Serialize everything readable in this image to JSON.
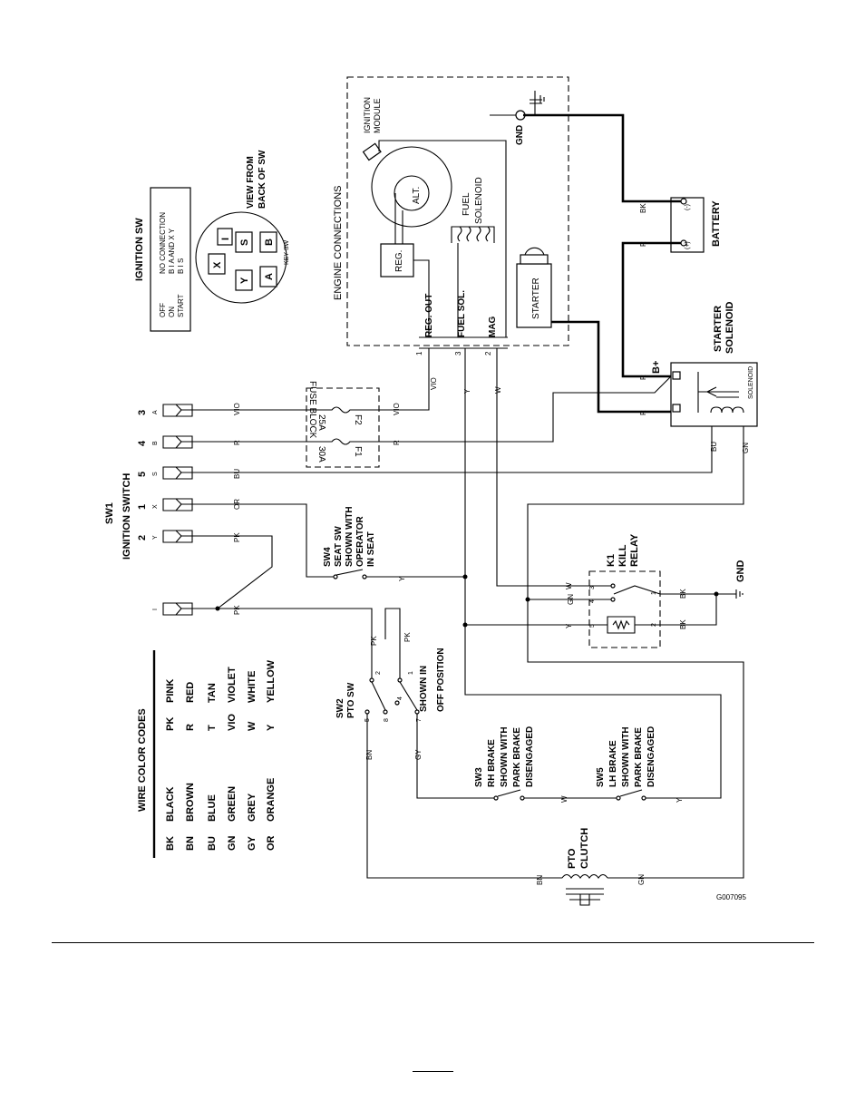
{
  "diagram_code": "G007095",
  "wire_codes": {
    "title": "WIRE COLOR CODES",
    "rows": [
      {
        "code": "BK",
        "color": "BLACK"
      },
      {
        "code": "BN",
        "color": "BROWN"
      },
      {
        "code": "BU",
        "color": "BLUE"
      },
      {
        "code": "GN",
        "color": "GREEN"
      },
      {
        "code": "GY",
        "color": "GREY"
      },
      {
        "code": "OR",
        "color": "ORANGE"
      },
      {
        "code": "PK",
        "color": "PINK"
      },
      {
        "code": "R",
        "color": "RED"
      },
      {
        "code": "T",
        "color": "TAN"
      },
      {
        "code": "VIO",
        "color": "VIOLET"
      },
      {
        "code": "W",
        "color": "WHITE"
      },
      {
        "code": "Y",
        "color": "YELLOW"
      }
    ]
  },
  "ignition_table": {
    "title": "IGNITION SW",
    "rows": [
      {
        "pos": "OFF",
        "conn": "NO CONNECTION"
      },
      {
        "pos": "ON",
        "conn": "B I A AND X Y"
      },
      {
        "pos": "START",
        "conn": "B I S"
      }
    ]
  },
  "key_switch": {
    "title1": "VIEW FROM",
    "title2": "BACK OF SW",
    "terminals": [
      "X",
      "I",
      "Y",
      "S",
      "A",
      "B"
    ],
    "label": "KEY SW"
  },
  "sw1": {
    "name": "SW1",
    "desc": "IGNITION SWITCH",
    "terminals": [
      {
        "num": "3",
        "letter": "A"
      },
      {
        "num": "4",
        "letter": "B"
      },
      {
        "num": "5",
        "letter": "S"
      },
      {
        "num": "1",
        "letter": "X"
      },
      {
        "num": "2",
        "letter": "Y"
      },
      {
        "num": "",
        "letter": "I"
      }
    ]
  },
  "fuse_block": {
    "title": "FUSE BLOCK",
    "fuses": [
      {
        "id": "F2",
        "rating": "25A"
      },
      {
        "id": "F1",
        "rating": "30A"
      }
    ]
  },
  "engine": {
    "title": "ENGINE CONNECTIONS",
    "ignition_module": [
      "IGNITION",
      "MODULE"
    ],
    "alt": "ALT.",
    "reg": "REG.",
    "fuel_solenoid": [
      "FUEL",
      "SOLENOID"
    ],
    "starter": "STARTER",
    "gnd": "GND",
    "connectors": [
      {
        "num": "1",
        "label": "REG. OUT"
      },
      {
        "num": "3",
        "label": "FUEL SOL."
      },
      {
        "num": "2",
        "label": "MAG"
      }
    ]
  },
  "battery": {
    "label": "BATTERY",
    "neg": "(-)",
    "pos": "(+)"
  },
  "starter_solenoid": {
    "title": [
      "STARTER",
      "SOLENOID"
    ],
    "inner": "SOLENOID",
    "bplus": "B+"
  },
  "relay": {
    "name": "K1",
    "desc": [
      "KILL",
      "RELAY"
    ],
    "gnd": "GND",
    "pins": [
      "3",
      "4",
      "5",
      "1",
      "2"
    ]
  },
  "seat_sw": {
    "name": "SW4",
    "desc": [
      "SEAT SW",
      "SHOWN WITH",
      "OPERATOR",
      "IN SEAT"
    ]
  },
  "pto_sw": {
    "name": "SW2",
    "desc": "PTO SW",
    "note": [
      "SHOWN IN",
      "OFF POSITION"
    ],
    "pins": [
      "2",
      "1",
      "5",
      "8",
      "4",
      "7"
    ]
  },
  "rh_brake": {
    "name": "SW3",
    "desc": [
      "RH BRAKE",
      "SHOWN WITH",
      "PARK BRAKE",
      "DISENGAGED"
    ]
  },
  "lh_brake": {
    "name": "SW5",
    "desc": [
      "LH BRAKE",
      "SHOWN WITH",
      "PARK BRAKE",
      "DISENGAGED"
    ]
  },
  "pto_clutch": {
    "label": [
      "PTO",
      "CLUTCH"
    ]
  },
  "wire_labels": {
    "vio": "VIO",
    "r": "R",
    "bu": "BU",
    "or": "OR",
    "pk": "PK",
    "y": "Y",
    "w": "W",
    "gn": "GN",
    "bk": "BK",
    "bn": "BN",
    "gy": "GY"
  }
}
